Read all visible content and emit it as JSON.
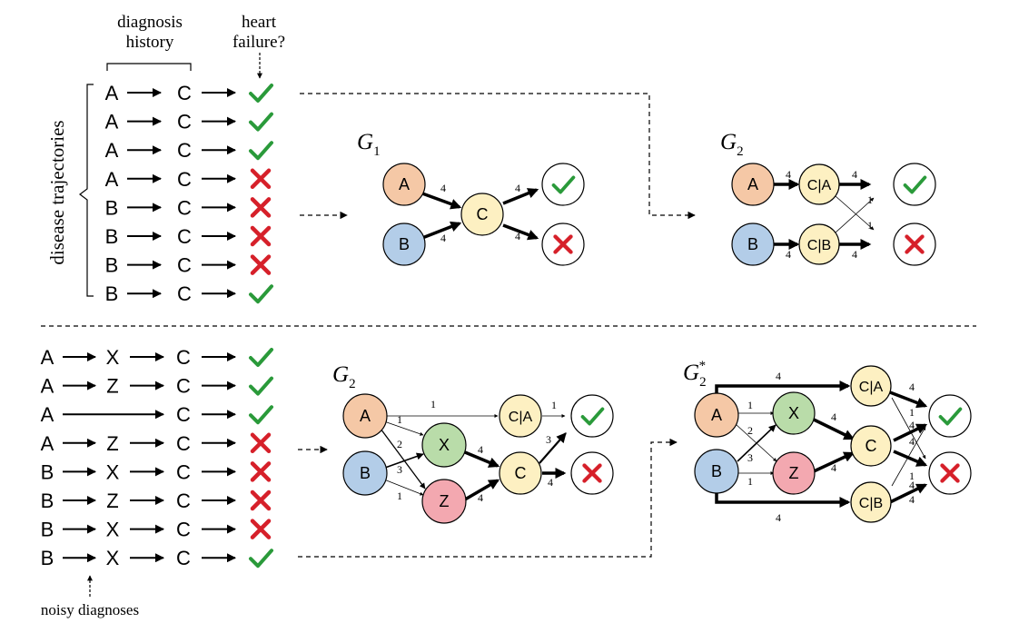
{
  "header": {
    "diagnosis_history": [
      "diagnosis",
      "history"
    ],
    "heart_failure": [
      "heart",
      "failure?"
    ],
    "disease_trajectories": "disease trajectories"
  },
  "top_trajectories": [
    {
      "seq": [
        "A",
        "C"
      ],
      "outcome": "yes"
    },
    {
      "seq": [
        "A",
        "C"
      ],
      "outcome": "yes"
    },
    {
      "seq": [
        "A",
        "C"
      ],
      "outcome": "yes"
    },
    {
      "seq": [
        "A",
        "C"
      ],
      "outcome": "no"
    },
    {
      "seq": [
        "B",
        "C"
      ],
      "outcome": "no"
    },
    {
      "seq": [
        "B",
        "C"
      ],
      "outcome": "no"
    },
    {
      "seq": [
        "B",
        "C"
      ],
      "outcome": "no"
    },
    {
      "seq": [
        "B",
        "C"
      ],
      "outcome": "yes"
    }
  ],
  "bottom_trajectories": [
    {
      "seq": [
        "A",
        "X",
        "C"
      ],
      "outcome": "yes"
    },
    {
      "seq": [
        "A",
        "Z",
        "C"
      ],
      "outcome": "yes"
    },
    {
      "seq": [
        "A",
        "",
        "C"
      ],
      "outcome": "yes"
    },
    {
      "seq": [
        "A",
        "Z",
        "C"
      ],
      "outcome": "no"
    },
    {
      "seq": [
        "B",
        "X",
        "C"
      ],
      "outcome": "no"
    },
    {
      "seq": [
        "B",
        "Z",
        "C"
      ],
      "outcome": "no"
    },
    {
      "seq": [
        "B",
        "X",
        "C"
      ],
      "outcome": "no"
    },
    {
      "seq": [
        "B",
        "X",
        "C"
      ],
      "outcome": "yes"
    }
  ],
  "noisy_label": "noisy diagnoses",
  "graphs": {
    "g1": {
      "title": "G",
      "sub": "1",
      "sup": ""
    },
    "g2_top": {
      "title": "G",
      "sub": "2",
      "sup": ""
    },
    "g2_bottom": {
      "title": "G",
      "sub": "2",
      "sup": ""
    },
    "g2_star": {
      "title": "G",
      "sub": "2",
      "sup": "*"
    }
  },
  "node_labels": {
    "A": "A",
    "B": "B",
    "C": "C",
    "X": "X",
    "Z": "Z",
    "CA": "C|A",
    "CB": "C|B"
  },
  "edge_weights": {
    "g1": [
      "4",
      "4",
      "4",
      "4"
    ],
    "g2_top": [
      "4",
      "4",
      "4",
      "1",
      "1",
      "4"
    ],
    "g2_bottom": [
      "1",
      "1",
      "2",
      "3",
      "1",
      "1",
      "4",
      "4",
      "3",
      "4"
    ],
    "g2_star": [
      "4",
      "1",
      "2",
      "3",
      "1",
      "4",
      "4",
      "4",
      "4",
      "1",
      "4",
      "4",
      "1",
      "4",
      "4"
    ]
  },
  "colors": {
    "A": "#f5c8a6",
    "B": "#b3cde8",
    "C": "#fdf0c2",
    "X": "#b9dca9",
    "Z": "#f3a8b0",
    "check": "#2a9a3a",
    "cross": "#d6202a"
  }
}
